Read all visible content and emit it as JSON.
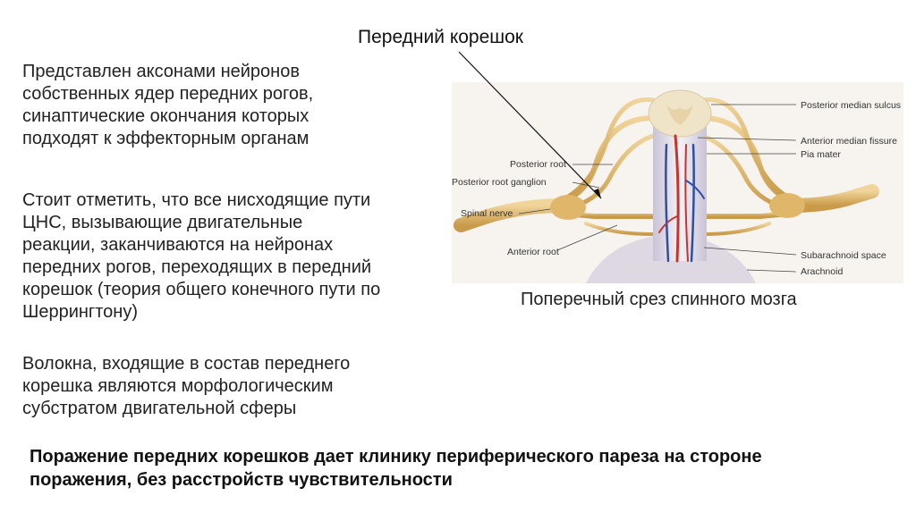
{
  "title": "Передний корешок",
  "paragraphs": [
    [
      "Представлен аксонами нейронов",
      "собственных ядер передних рогов,",
      "синаптические окончания которых",
      "подходят к эффекторным органам"
    ],
    [
      "Стоит отметить, что все нисходящие пути",
      "ЦНС, вызывающие двигательные",
      "реакции, заканчиваются на нейронах",
      "передних рогов, переходящих в передний",
      "корешок (теория общего конечного пути по",
      "Шеррингтону)"
    ],
    [
      "Волокна, входящие в состав переднего",
      "корешка являются морфологическим",
      "субстратом двигательной сферы"
    ]
  ],
  "conclusion": [
    "Поражение передних корешков дает клинику периферического пареза на стороне",
    "поражения, без расстройств чувствительности"
  ],
  "figure": {
    "caption": "Поперечный срез спинного мозга",
    "labels_left": [
      "Posterior root",
      "Posterior root ganglion",
      "Spinal nerve",
      "Anterior root"
    ],
    "labels_right": [
      "Posterior median sulcus",
      "Anterior median fissure",
      "Pia mater",
      "Subarachnoid space",
      "Arachnoid"
    ],
    "colors": {
      "nerve": "#e3bd73",
      "cord": "#efe3c8",
      "artery": "#c9332b",
      "vein": "#2f4fa3"
    }
  }
}
